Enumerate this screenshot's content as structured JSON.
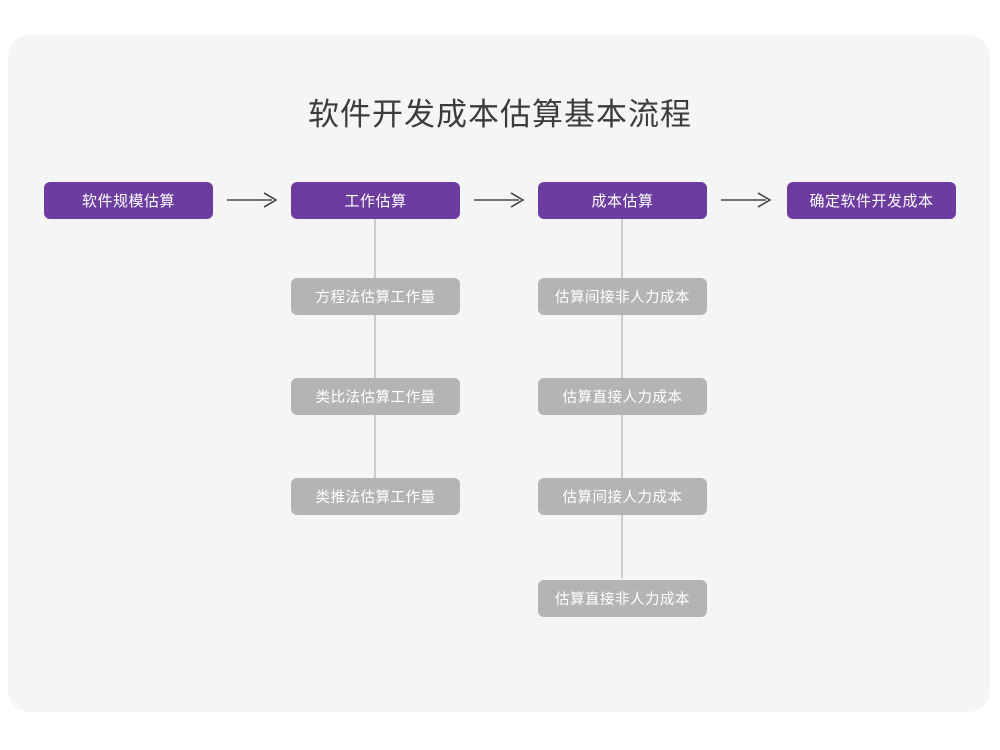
{
  "card": {
    "background_color": "#f5f5f5",
    "page_background_color": "#ffffff"
  },
  "title": "软件开发成本估算基本流程",
  "colors": {
    "primary": "#6c3d9e",
    "secondary": "#b4b4b4",
    "title_text": "#3c3c3c",
    "node_text": "#ffffff",
    "connector": "#cccccc",
    "arrow": "#4a4a4a"
  },
  "flow": {
    "arrow_glyph": "→",
    "stages": [
      {
        "id": "stage-1",
        "label": "软件规模估算",
        "substeps": []
      },
      {
        "id": "stage-2",
        "label": "工作估算",
        "substeps": [
          "方程法估算工作量",
          "类比法估算工作量",
          "类推法估算工作量"
        ]
      },
      {
        "id": "stage-3",
        "label": "成本估算",
        "substeps": [
          "估算间接非人力成本",
          "估算直接人力成本",
          "估算间接人力成本",
          "估算直接非人力成本"
        ]
      },
      {
        "id": "stage-4",
        "label": "确定软件开发成本",
        "substeps": []
      }
    ]
  }
}
